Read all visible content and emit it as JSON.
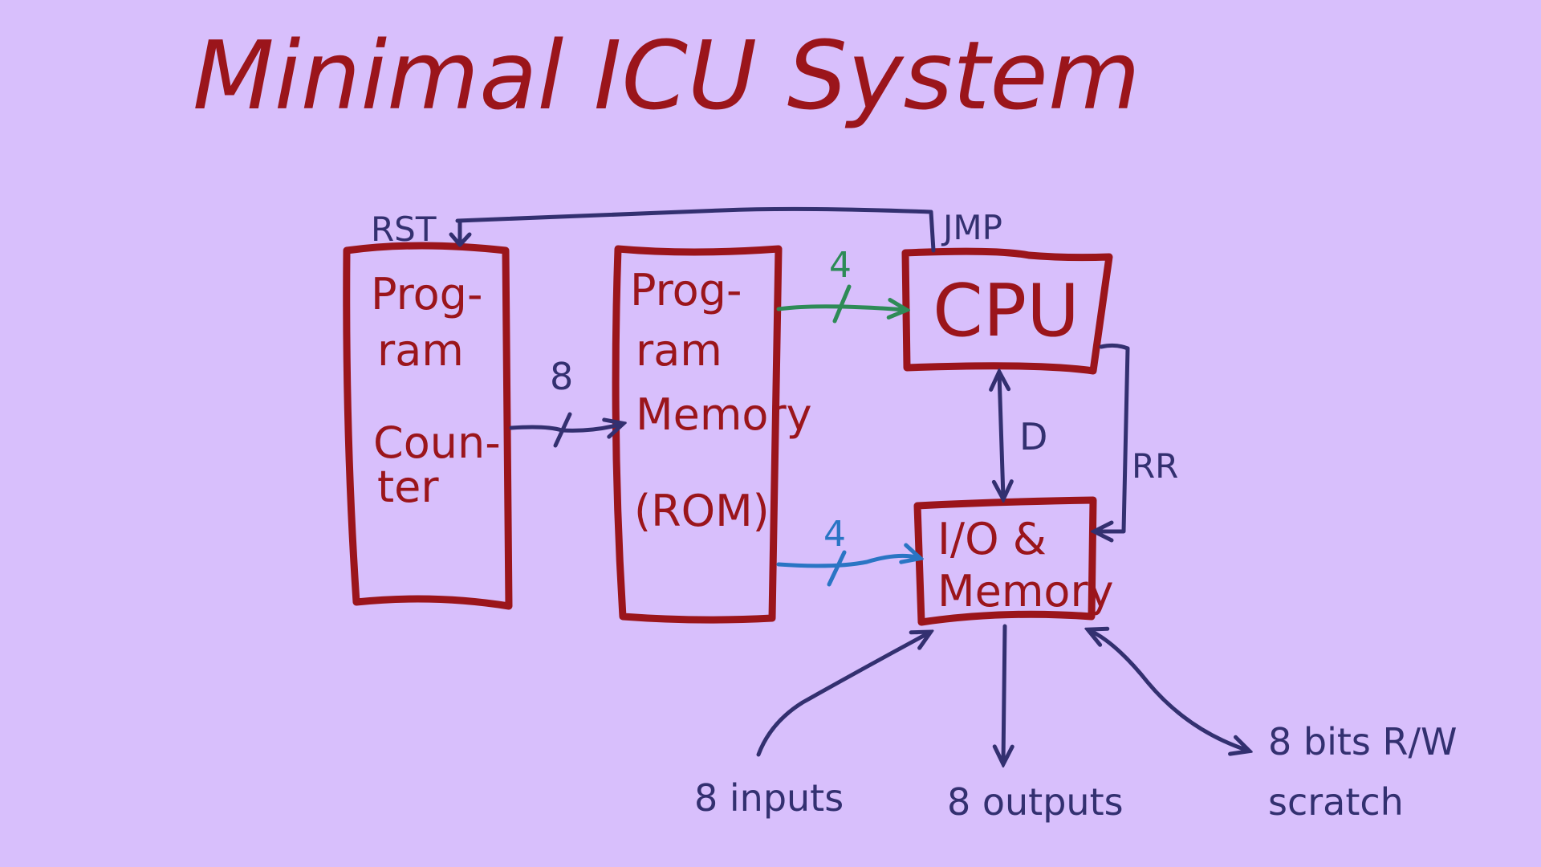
{
  "title": "Minimal ICU System",
  "colors": {
    "background": "#d8bffc",
    "boxes": "#9b151b",
    "signals": "#333070",
    "instruction_bus": "#2e8b57",
    "address_bus": "#2a75c4"
  },
  "blocks": {
    "program_counter": {
      "lines": [
        "Prog-",
        "ram",
        "Coun-",
        "ter"
      ]
    },
    "program_memory": {
      "lines": [
        "Prog-",
        "ram",
        "Memory",
        "(ROM)"
      ]
    },
    "cpu": {
      "label": "CPU"
    },
    "io_memory": {
      "lines": [
        "I/O &",
        "Memory"
      ]
    }
  },
  "connections": {
    "pc_to_rom": {
      "width": "8"
    },
    "rom_to_cpu": {
      "width": "4"
    },
    "rom_to_io": {
      "width": "4"
    },
    "cpu_io_data": {
      "label": "D"
    },
    "cpu_to_io_rr": {
      "label": "RR"
    },
    "jmp": {
      "label": "JMP"
    },
    "rst": {
      "label": "RST"
    }
  },
  "io_endpoints": {
    "inputs": "8 inputs",
    "outputs": "8 outputs",
    "scratch_line1": "8 bits R/W",
    "scratch_line2": "scratch"
  }
}
